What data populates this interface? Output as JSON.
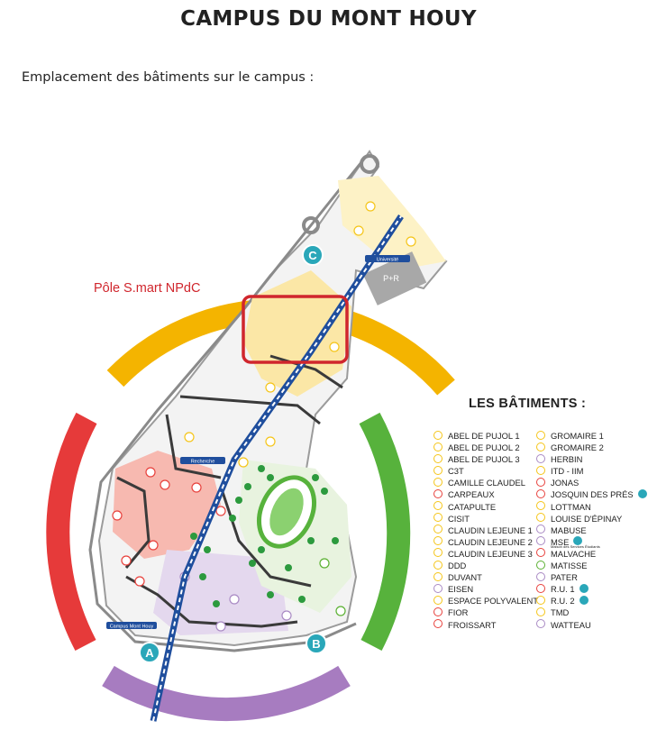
{
  "title": "CAMPUS DU MONT HOUY",
  "subtitle": "Emplacement des bâtiments sur le campus :",
  "pole_label": "Pôle S.mart NPdC",
  "gates": [
    {
      "id": "A",
      "label": "A"
    },
    {
      "id": "B",
      "label": "B"
    },
    {
      "id": "C",
      "label": "C"
    }
  ],
  "tram_stops": {
    "campus_mont_houy": "Campus Mont Houy",
    "universite": "Université",
    "recherche": "Recherche"
  },
  "parking_label": "P+R",
  "colors": {
    "yellow_building": "#f5c518",
    "red_building": "#e8413c",
    "green_building": "#5ab031",
    "purple_building": "#a98ac4",
    "tram": "#1f4e9d",
    "service": "#2aa7b9",
    "highlight": "#d0262d",
    "arc_yellow": "#f4b400",
    "arc_red": "#e63a3a",
    "arc_green": "#57b23c",
    "arc_purple": "#a77cc0"
  },
  "legend": {
    "title": "LES BÂTIMENTS :",
    "left": [
      {
        "label": "ABEL DE PUJOL 1",
        "color": "yellow"
      },
      {
        "label": "ABEL DE PUJOL 2",
        "color": "yellow"
      },
      {
        "label": "ABEL DE PUJOL 3",
        "color": "yellow"
      },
      {
        "label": "C3T",
        "color": "yellow"
      },
      {
        "label": "CAMILLE CLAUDEL",
        "color": "yellow"
      },
      {
        "label": "CARPEAUX",
        "color": "red"
      },
      {
        "label": "CATAPULTE",
        "color": "yellow"
      },
      {
        "label": "CISIT",
        "color": "yellow"
      },
      {
        "label": "CLAUDIN LEJEUNE 1",
        "color": "yellow"
      },
      {
        "label": "CLAUDIN LEJEUNE 2",
        "color": "yellow"
      },
      {
        "label": "CLAUDIN LEJEUNE 3",
        "color": "yellow"
      },
      {
        "label": "DDD",
        "color": "yellow"
      },
      {
        "label": "DUVANT",
        "color": "yellow"
      },
      {
        "label": "EISEN",
        "color": "purple"
      },
      {
        "label": "ESPACE POLYVALENT",
        "color": "yellow"
      },
      {
        "label": "FIOR",
        "color": "red"
      },
      {
        "label": "FROISSART",
        "color": "red"
      }
    ],
    "right": [
      {
        "label": "GROMAIRE 1",
        "color": "yellow"
      },
      {
        "label": "GROMAIRE 2",
        "color": "yellow"
      },
      {
        "label": "HERBIN",
        "color": "purple"
      },
      {
        "label": "ITD - IIM",
        "color": "yellow"
      },
      {
        "label": "JONAS",
        "color": "red"
      },
      {
        "label": "JOSQUIN DES PRÉS",
        "color": "red",
        "service": true
      },
      {
        "label": "LOTTMAN",
        "color": "yellow"
      },
      {
        "label": "LOUISE D'ÉPINAY",
        "color": "yellow"
      },
      {
        "label": "MABUSE",
        "color": "purple"
      },
      {
        "label": "MSE",
        "color": "purple",
        "service": true,
        "sub": "Maison des Services Étudiants"
      },
      {
        "label": "MALVACHE",
        "color": "red"
      },
      {
        "label": "MATISSE",
        "color": "green"
      },
      {
        "label": "PATER",
        "color": "purple"
      },
      {
        "label": "R.U. 1",
        "color": "red",
        "service": true
      },
      {
        "label": "R.U. 2",
        "color": "yellow",
        "service": true
      },
      {
        "label": "TMD",
        "color": "yellow"
      },
      {
        "label": "WATTEAU",
        "color": "purple"
      }
    ]
  }
}
